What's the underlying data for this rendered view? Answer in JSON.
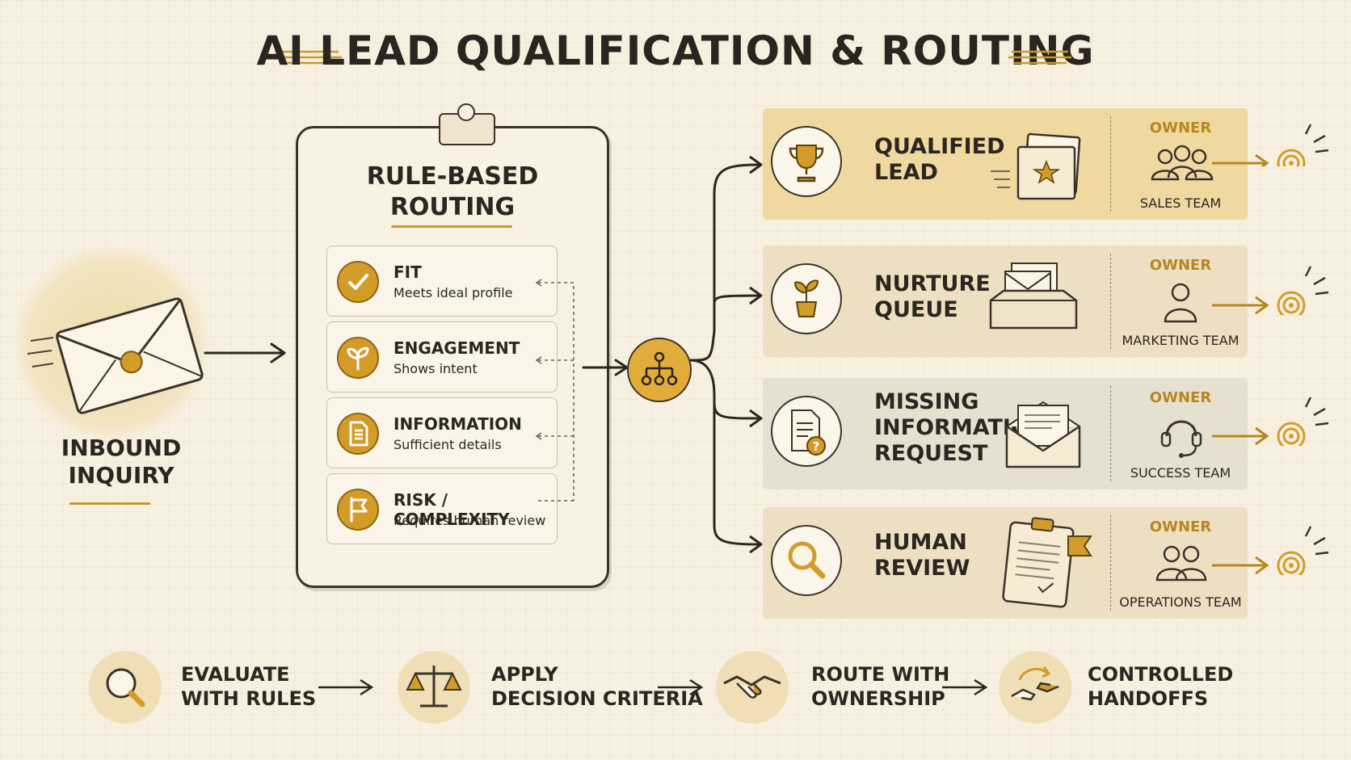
{
  "title": "AI LEAD QUALIFICATION & ROUTING",
  "inbound": {
    "label_line1": "INBOUND",
    "label_line2": "INQUIRY"
  },
  "rule_box": {
    "title_line1": "RULE-BASED",
    "title_line2": "ROUTING",
    "rules": [
      {
        "title": "FIT",
        "subtitle": "Meets ideal profile",
        "icon": "check-icon"
      },
      {
        "title": "ENGAGEMENT",
        "subtitle": "Shows intent",
        "icon": "sprout-icon"
      },
      {
        "title": "INFORMATION",
        "subtitle": "Sufficient details",
        "icon": "document-icon"
      },
      {
        "title": "RISK / COMPLEXITY",
        "subtitle": "Requires human review",
        "icon": "flag-icon"
      }
    ]
  },
  "routes": [
    {
      "line1": "QUALIFIED",
      "line2": "LEAD",
      "line3": "",
      "owner": "OWNER",
      "team": "SALES TEAM",
      "icon": "trophy-icon",
      "color": "#f0d9a0"
    },
    {
      "line1": "NURTURE",
      "line2": "QUEUE",
      "line3": "",
      "owner": "OWNER",
      "team": "MARKETING TEAM",
      "icon": "plant-pot-icon",
      "color": "#ede0c2"
    },
    {
      "line1": "MISSING",
      "line2": "INFORMATION",
      "line3": "REQUEST",
      "owner": "OWNER",
      "team": "SUCCESS TEAM",
      "icon": "document-question-icon",
      "color": "#e6e0d0"
    },
    {
      "line1": "HUMAN",
      "line2": "REVIEW",
      "line3": "",
      "owner": "OWNER",
      "team": "OPERATIONS TEAM",
      "icon": "magnifier-icon",
      "color": "#ede0c2"
    }
  ],
  "steps": [
    {
      "line1": "EVALUATE",
      "line2": "WITH RULES",
      "icon": "magnifier-icon"
    },
    {
      "line1": "APPLY",
      "line2": "DECISION CRITERIA",
      "icon": "scales-icon"
    },
    {
      "line1": "ROUTE WITH",
      "line2": "OWNERSHIP",
      "icon": "handshake-icon"
    },
    {
      "line1": "CONTROLLED",
      "line2": "HANDOFFS",
      "icon": "handoff-icon"
    }
  ],
  "colors": {
    "accent": "#d39c28",
    "ink": "#2b2620",
    "background": "#f7f0e0"
  }
}
